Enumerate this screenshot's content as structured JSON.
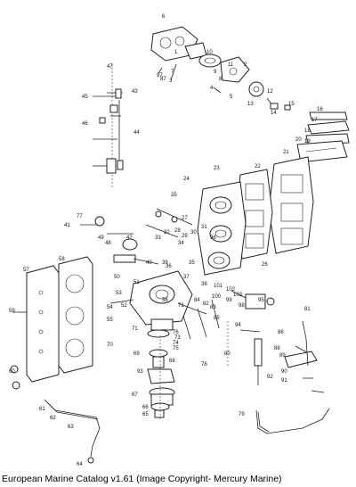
{
  "caption": "European Marine Catalog v1.61 (Image Copyright- Mercury Marine)",
  "callouts": [
    "1",
    "2",
    "3",
    "4",
    "5",
    "6",
    "7",
    "8",
    "9",
    "10",
    "11",
    "12",
    "13",
    "14",
    "15",
    "16",
    "17",
    "18",
    "19",
    "20",
    "21",
    "22",
    "23",
    "24",
    "25",
    "26",
    "27",
    "28",
    "29",
    "30",
    "31",
    "32",
    "33",
    "34",
    "35",
    "36",
    "37",
    "38",
    "39",
    "40",
    "41",
    "42",
    "43",
    "44",
    "45",
    "46",
    "47",
    "48",
    "49",
    "50",
    "51",
    "52",
    "53",
    "54",
    "55",
    "56",
    "57",
    "58",
    "59",
    "60",
    "61",
    "62",
    "63",
    "64",
    "65",
    "66",
    "67",
    "68",
    "69",
    "70",
    "71",
    "72",
    "73",
    "74",
    "75",
    "76",
    "77",
    "78",
    "79",
    "80",
    "81",
    "82",
    "83",
    "84",
    "85",
    "86",
    "87",
    "88",
    "89",
    "90",
    "91",
    "92",
    "93",
    "94",
    "95",
    "96",
    "97",
    "98",
    "99",
    "100",
    "101",
    "102",
    "103"
  ]
}
